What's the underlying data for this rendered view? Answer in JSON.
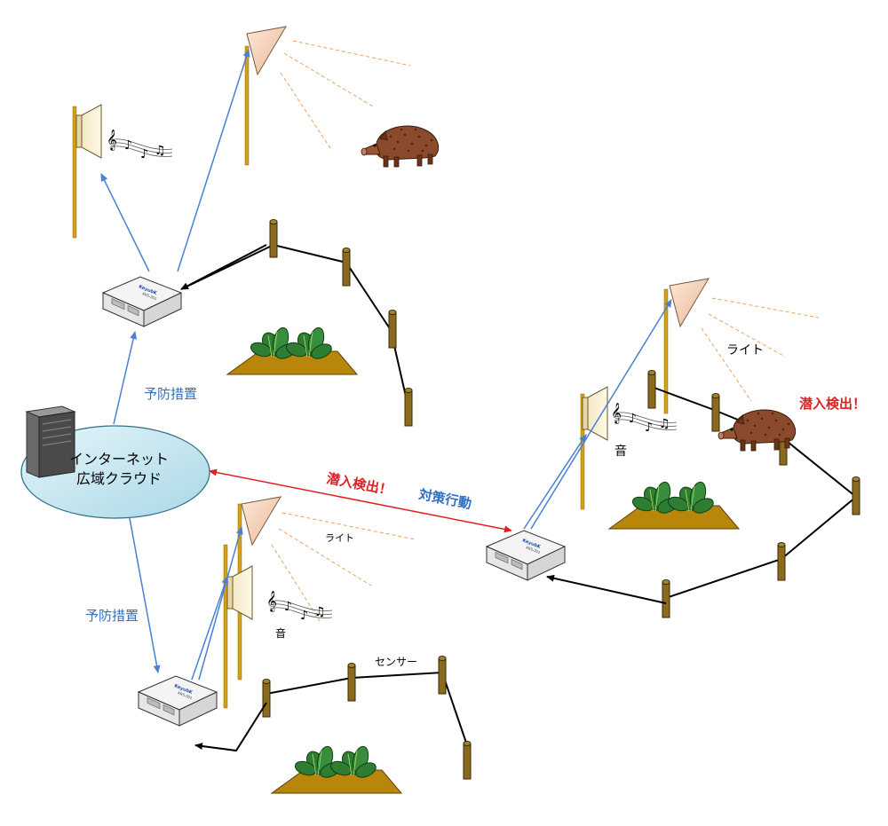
{
  "labels": {
    "prevent_top": "予防措置",
    "prevent_bottom": "予防措置",
    "cloud_line1": "インターネット",
    "cloud_line2": "広域クラウド",
    "intrusion_center": "潜入検出！",
    "countermeasure": "対策行動",
    "intrusion_right": "潜入検出！",
    "light_right": "ライト",
    "sound_right": "音",
    "light_bottom": "ライト",
    "sound_bottom": "音",
    "sensor": "センサー"
  },
  "device": {
    "brand": "KeyubK",
    "model": "KRS-201"
  },
  "colors": {
    "blue_arrow": "#4a7fd4",
    "red_arrow": "#e02020",
    "post": "#8b6a1e",
    "soil": "#b8860b",
    "plant": "#2e7d32",
    "boar": "#8b4a2b",
    "cloud": "#bfe3ee",
    "beam": "#f0a060"
  },
  "icons": [
    "server-icon",
    "cloud-icon",
    "sensor-device-icon",
    "spotlight-icon",
    "speaker-icon",
    "music-note-icon",
    "boar-icon",
    "crop-plant-icon",
    "fence-post-icon"
  ]
}
